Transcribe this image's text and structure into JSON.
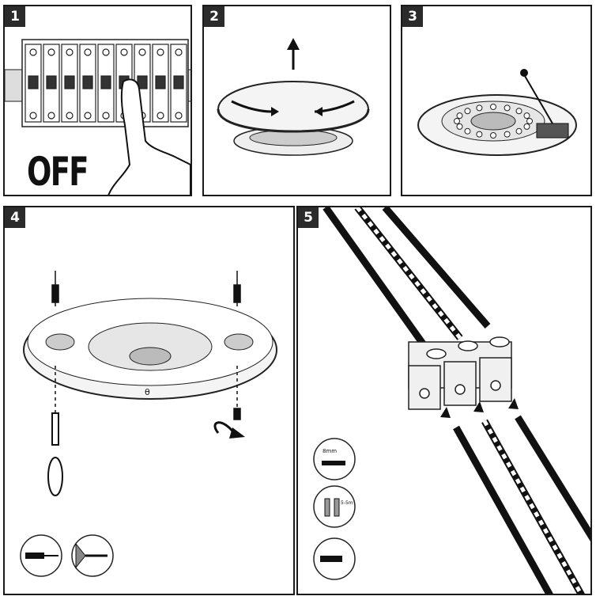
{
  "steps": [
    {
      "number": "1",
      "label": "OFF"
    },
    {
      "number": "2"
    },
    {
      "number": "3"
    },
    {
      "number": "4"
    },
    {
      "number": "5"
    }
  ],
  "step5_icons": {
    "strip_length": "8mm",
    "insert_depth": "5-5m"
  },
  "panel4_mark": "θ"
}
